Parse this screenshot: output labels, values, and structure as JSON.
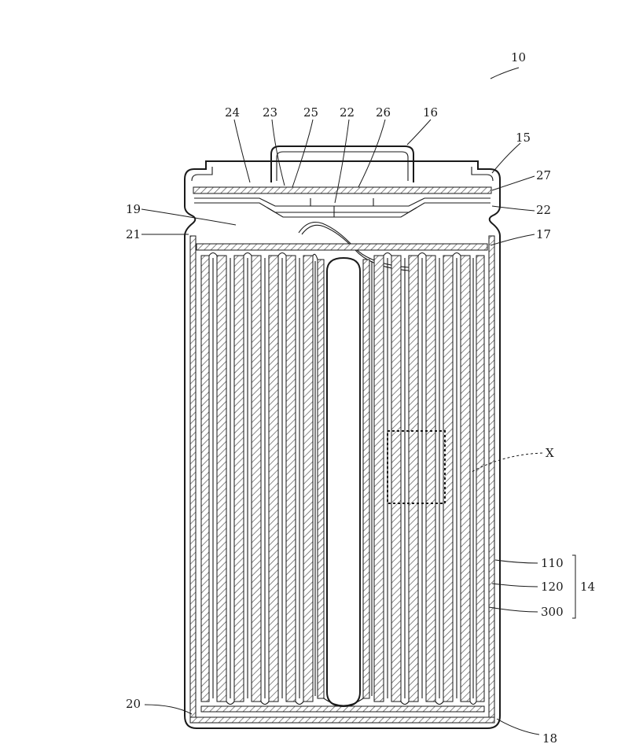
{
  "labels": {
    "battery": "10",
    "l24": "24",
    "l23": "23",
    "l25": "25",
    "l22_top": "22",
    "l26": "26",
    "l16": "16",
    "l15": "15",
    "l27": "27",
    "l22_right": "22",
    "l19": "19",
    "l21": "21",
    "l17": "17",
    "lX": "X",
    "l110": "110",
    "l120": "120",
    "l300": "300",
    "l14": "14",
    "l20": "20",
    "l18": "18"
  }
}
